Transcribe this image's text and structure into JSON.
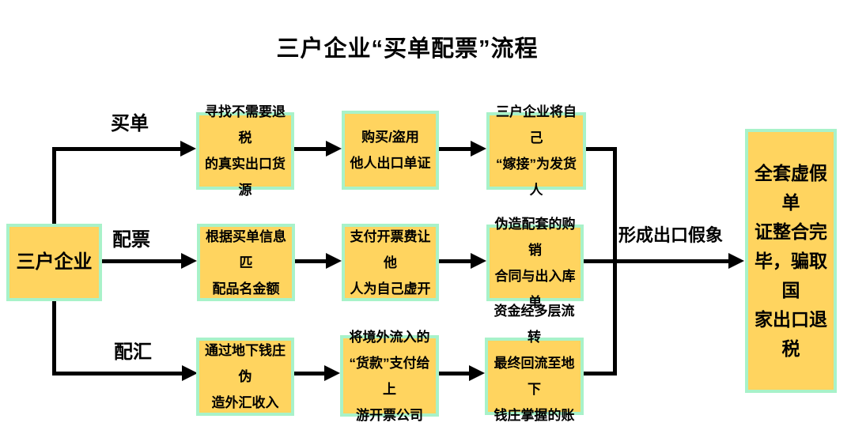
{
  "title": "三户企业“买单配票”流程",
  "source_box": {
    "label": "三户企业"
  },
  "annotation": "形成出口假象",
  "rows": [
    {
      "label": "买单",
      "steps": [
        "寻找不需要退税\n的真实出口货源",
        "购买/盗用\n他人出口单证",
        "三户企业将自己\n“嫁接”为发货人"
      ]
    },
    {
      "label": "配票",
      "steps": [
        "根据买单信息匹\n配品名金额",
        "支付开票费让他\n人为自己虚开",
        "伪造配套的购销\n合同与出入库单"
      ]
    },
    {
      "label": "配汇",
      "steps": [
        "通过地下钱庄伪\n造外汇收入",
        "将境外流入的\n“货款”支付给上\n游开票公司",
        "资金经多层流转\n最终回流至地下\n钱庄掌握的账户"
      ]
    }
  ],
  "result_box": {
    "label": "全套虚假单\n证整合完\n毕，骗取国\n家出口退税"
  },
  "colors": {
    "box_fill": "#FFD45F",
    "box_border": "#A8F2C9",
    "connector": "#000000",
    "background": "#FFFFFF",
    "text": "#000000"
  }
}
